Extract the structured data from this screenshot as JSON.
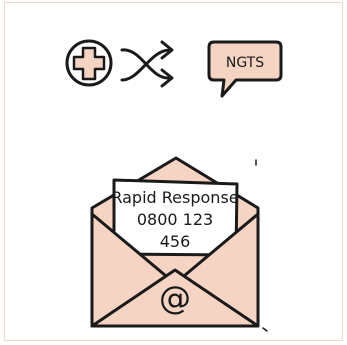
{
  "illustration": {
    "steps": [
      {
        "icon": "medical-cross-icon"
      },
      {
        "icon": "shuffle-arrows-icon"
      },
      {
        "icon": "speech-bubble-icon",
        "label": "NGTS"
      }
    ],
    "envelope": {
      "icon": "envelope-icon",
      "letter_lines": [
        "Rapid Response",
        "0800 123",
        "456"
      ],
      "at_symbol": "@"
    },
    "colors": {
      "fill": "#f6d4c4",
      "stroke": "#1a1a1a",
      "panel_border": "#f1d7cf"
    }
  }
}
